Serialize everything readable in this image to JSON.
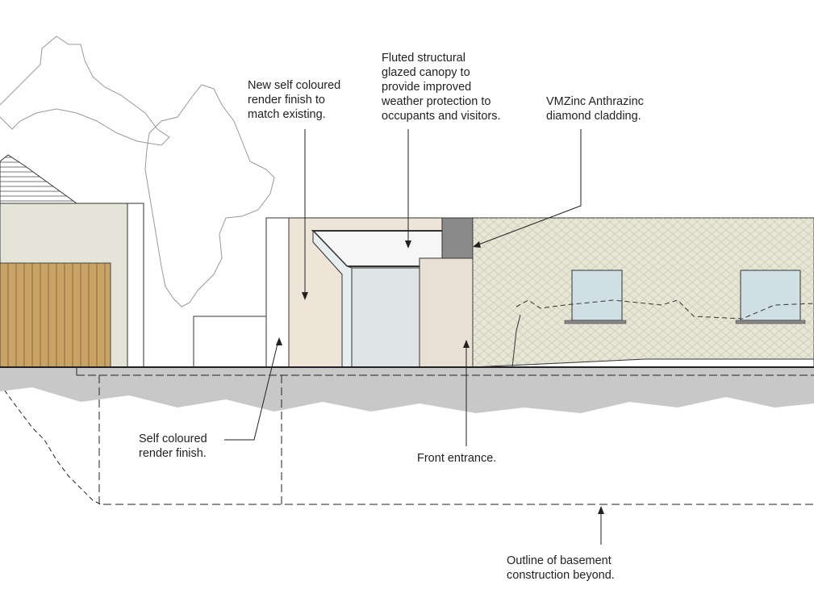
{
  "annotations": {
    "render_finish_new": [
      "New self coloured",
      "render finish to",
      "match existing."
    ],
    "glazed_canopy": [
      "Fluted structural",
      "glazed canopy to",
      "provide improved",
      "weather protection to",
      "occupants and visitors."
    ],
    "vmzinc_cladding": [
      "VMZinc Anthrazinc",
      "diamond cladding."
    ],
    "render_finish": [
      "Self coloured",
      "render finish."
    ],
    "front_entrance": [
      "Front entrance."
    ],
    "basement_outline": [
      "Outline of basement",
      "construction beyond."
    ]
  },
  "colors": {
    "timber_cladding": "#c9a366",
    "render_light": "#eee5d8",
    "render_grey": "#e4e4de",
    "ground_grey": "#c8c8c8",
    "zinc_dark": "#8a8a8a",
    "glass": "#dfe8ec",
    "wall_green": "#e6e6d2"
  }
}
